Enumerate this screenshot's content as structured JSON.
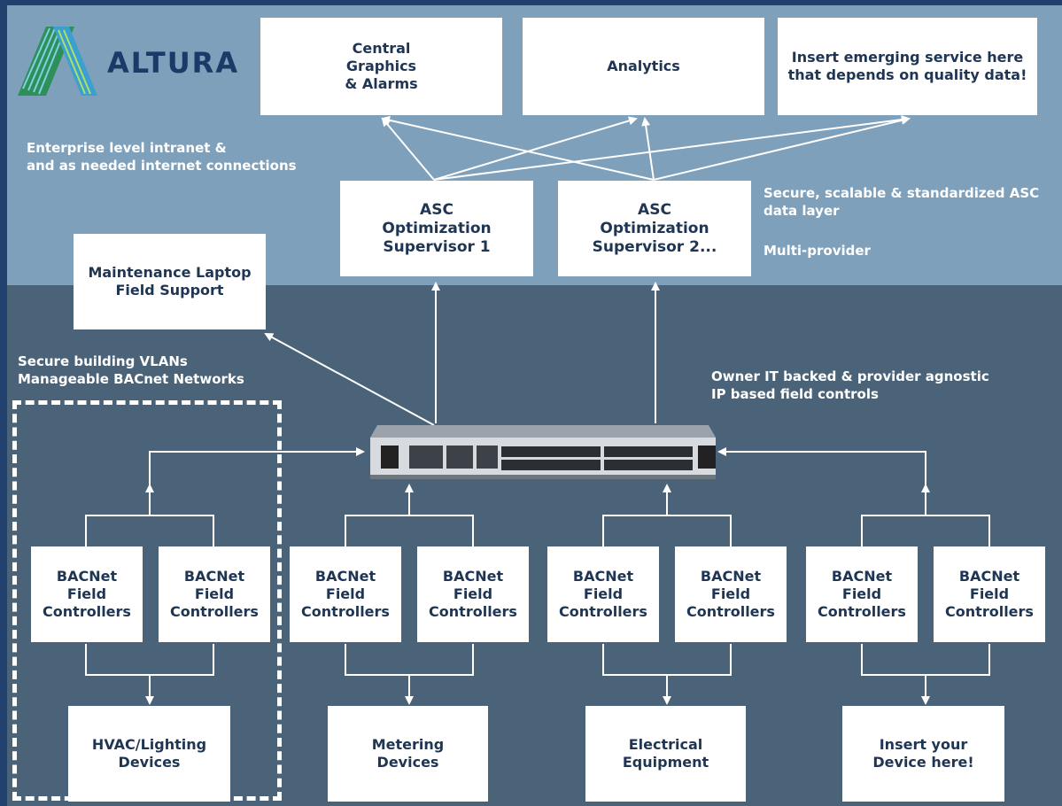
{
  "brand": {
    "name": "ALTURA",
    "logo_icon": "altura-striped-a-icon"
  },
  "services": [
    {
      "label": "Central\nGraphics\n& Alarms"
    },
    {
      "label": "Analytics"
    },
    {
      "label": "Insert emerging service here\nthat depends on quality data!"
    }
  ],
  "supervisors": [
    {
      "label": "ASC\nOptimization\nSupervisor 1"
    },
    {
      "label": "ASC\nOptimization\nSupervisor 2..."
    }
  ],
  "maintenance": {
    "label": "Maintenance Laptop\nField Support"
  },
  "notes": {
    "enterprise": "Enterprise level intranet &\nand as needed internet connections",
    "data_layer": "Secure, scalable & standardized ASC\ndata layer",
    "multi_provider": "Multi-provider",
    "vlans": "Secure building VLANs\nManageable BACnet Networks",
    "owner_it": "Owner IT backed & provider agnostic\nIP based field controls"
  },
  "switch": {
    "icon": "network-switch-icon"
  },
  "groups": [
    {
      "controllers": [
        "BACNet\nField\nControllers",
        "BACNet\nField\nControllers"
      ],
      "device": "HVAC/Lighting\nDevices"
    },
    {
      "controllers": [
        "BACNet\nField\nControllers",
        "BACNet\nField\nControllers"
      ],
      "device": "Metering\nDevices"
    },
    {
      "controllers": [
        "BACNet\nField\nControllers",
        "BACNet\nField\nControllers"
      ],
      "device": "Electrical\nEquipment"
    },
    {
      "controllers": [
        "BACNet\nField\nControllers",
        "BACNet\nField\nControllers"
      ],
      "device": "Insert your\nDevice here!"
    }
  ],
  "colors": {
    "top_band": "#7ea0bb",
    "bottom_band": "#4b6378",
    "frame": "#22406e",
    "box_text": "#1f3554",
    "line": "#ffffff"
  }
}
